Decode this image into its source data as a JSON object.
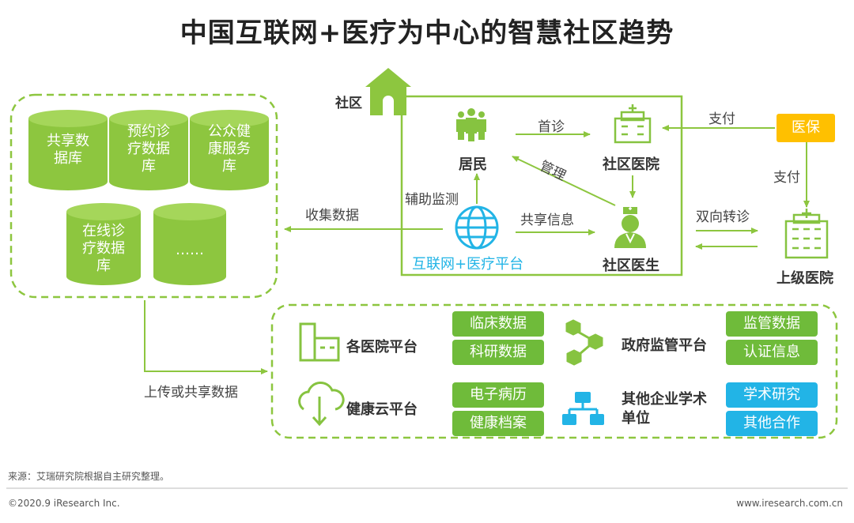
{
  "title": "中国互联网+医疗为中心的智慧社区趋势",
  "colors": {
    "green": "#8dc63f",
    "pill_green": "#6fbb3a",
    "blue": "#22b4e6",
    "yellow": "#ffc000",
    "icon_green": "#86c340"
  },
  "databases": {
    "items": [
      "共享数据库",
      "预约诊疗数据库",
      "公众健康服务库",
      "在线诊疗数据库",
      "……"
    ],
    "lines": [
      [
        "共享数",
        "据库"
      ],
      [
        "预约诊",
        "疗数据",
        "库"
      ],
      [
        "公众健",
        "康服务",
        "库"
      ],
      [
        "在线诊",
        "疗数据",
        "库"
      ],
      [
        "……"
      ]
    ]
  },
  "community": {
    "label": "社区",
    "residents": "居民",
    "hospital": "社区医院",
    "doctor": "社区医生",
    "platform": "互联网+医疗平台",
    "edges": {
      "first_visit": "首诊",
      "manage": "管理",
      "assist_monitor": "辅助监测",
      "share_info": "共享信息"
    }
  },
  "external": {
    "insurance": "医保",
    "pay1": "支付",
    "pay2": "支付",
    "referral": "双向转诊",
    "upper_hospital": "上级医院",
    "collect": "收集数据",
    "upload": "上传或共享数据"
  },
  "platforms": {
    "hospital_platform": {
      "label": "各医院平台",
      "pills": [
        "临床数据",
        "科研数据"
      ]
    },
    "gov_platform": {
      "label": "政府监管平台",
      "pills": [
        "监管数据",
        "认证信息"
      ]
    },
    "cloud_platform": {
      "label": "健康云平台",
      "pills": [
        "电子病历",
        "健康档案"
      ]
    },
    "other_units": {
      "label_lines": [
        "其他企业学术",
        "单位"
      ],
      "pills": [
        "学术研究",
        "其他合作"
      ]
    }
  },
  "footer": {
    "source": "来源：艾瑞研究院根据自主研究整理。",
    "copyright": "©2020.9 iResearch Inc.",
    "website": "www.iresearch.com.cn"
  }
}
